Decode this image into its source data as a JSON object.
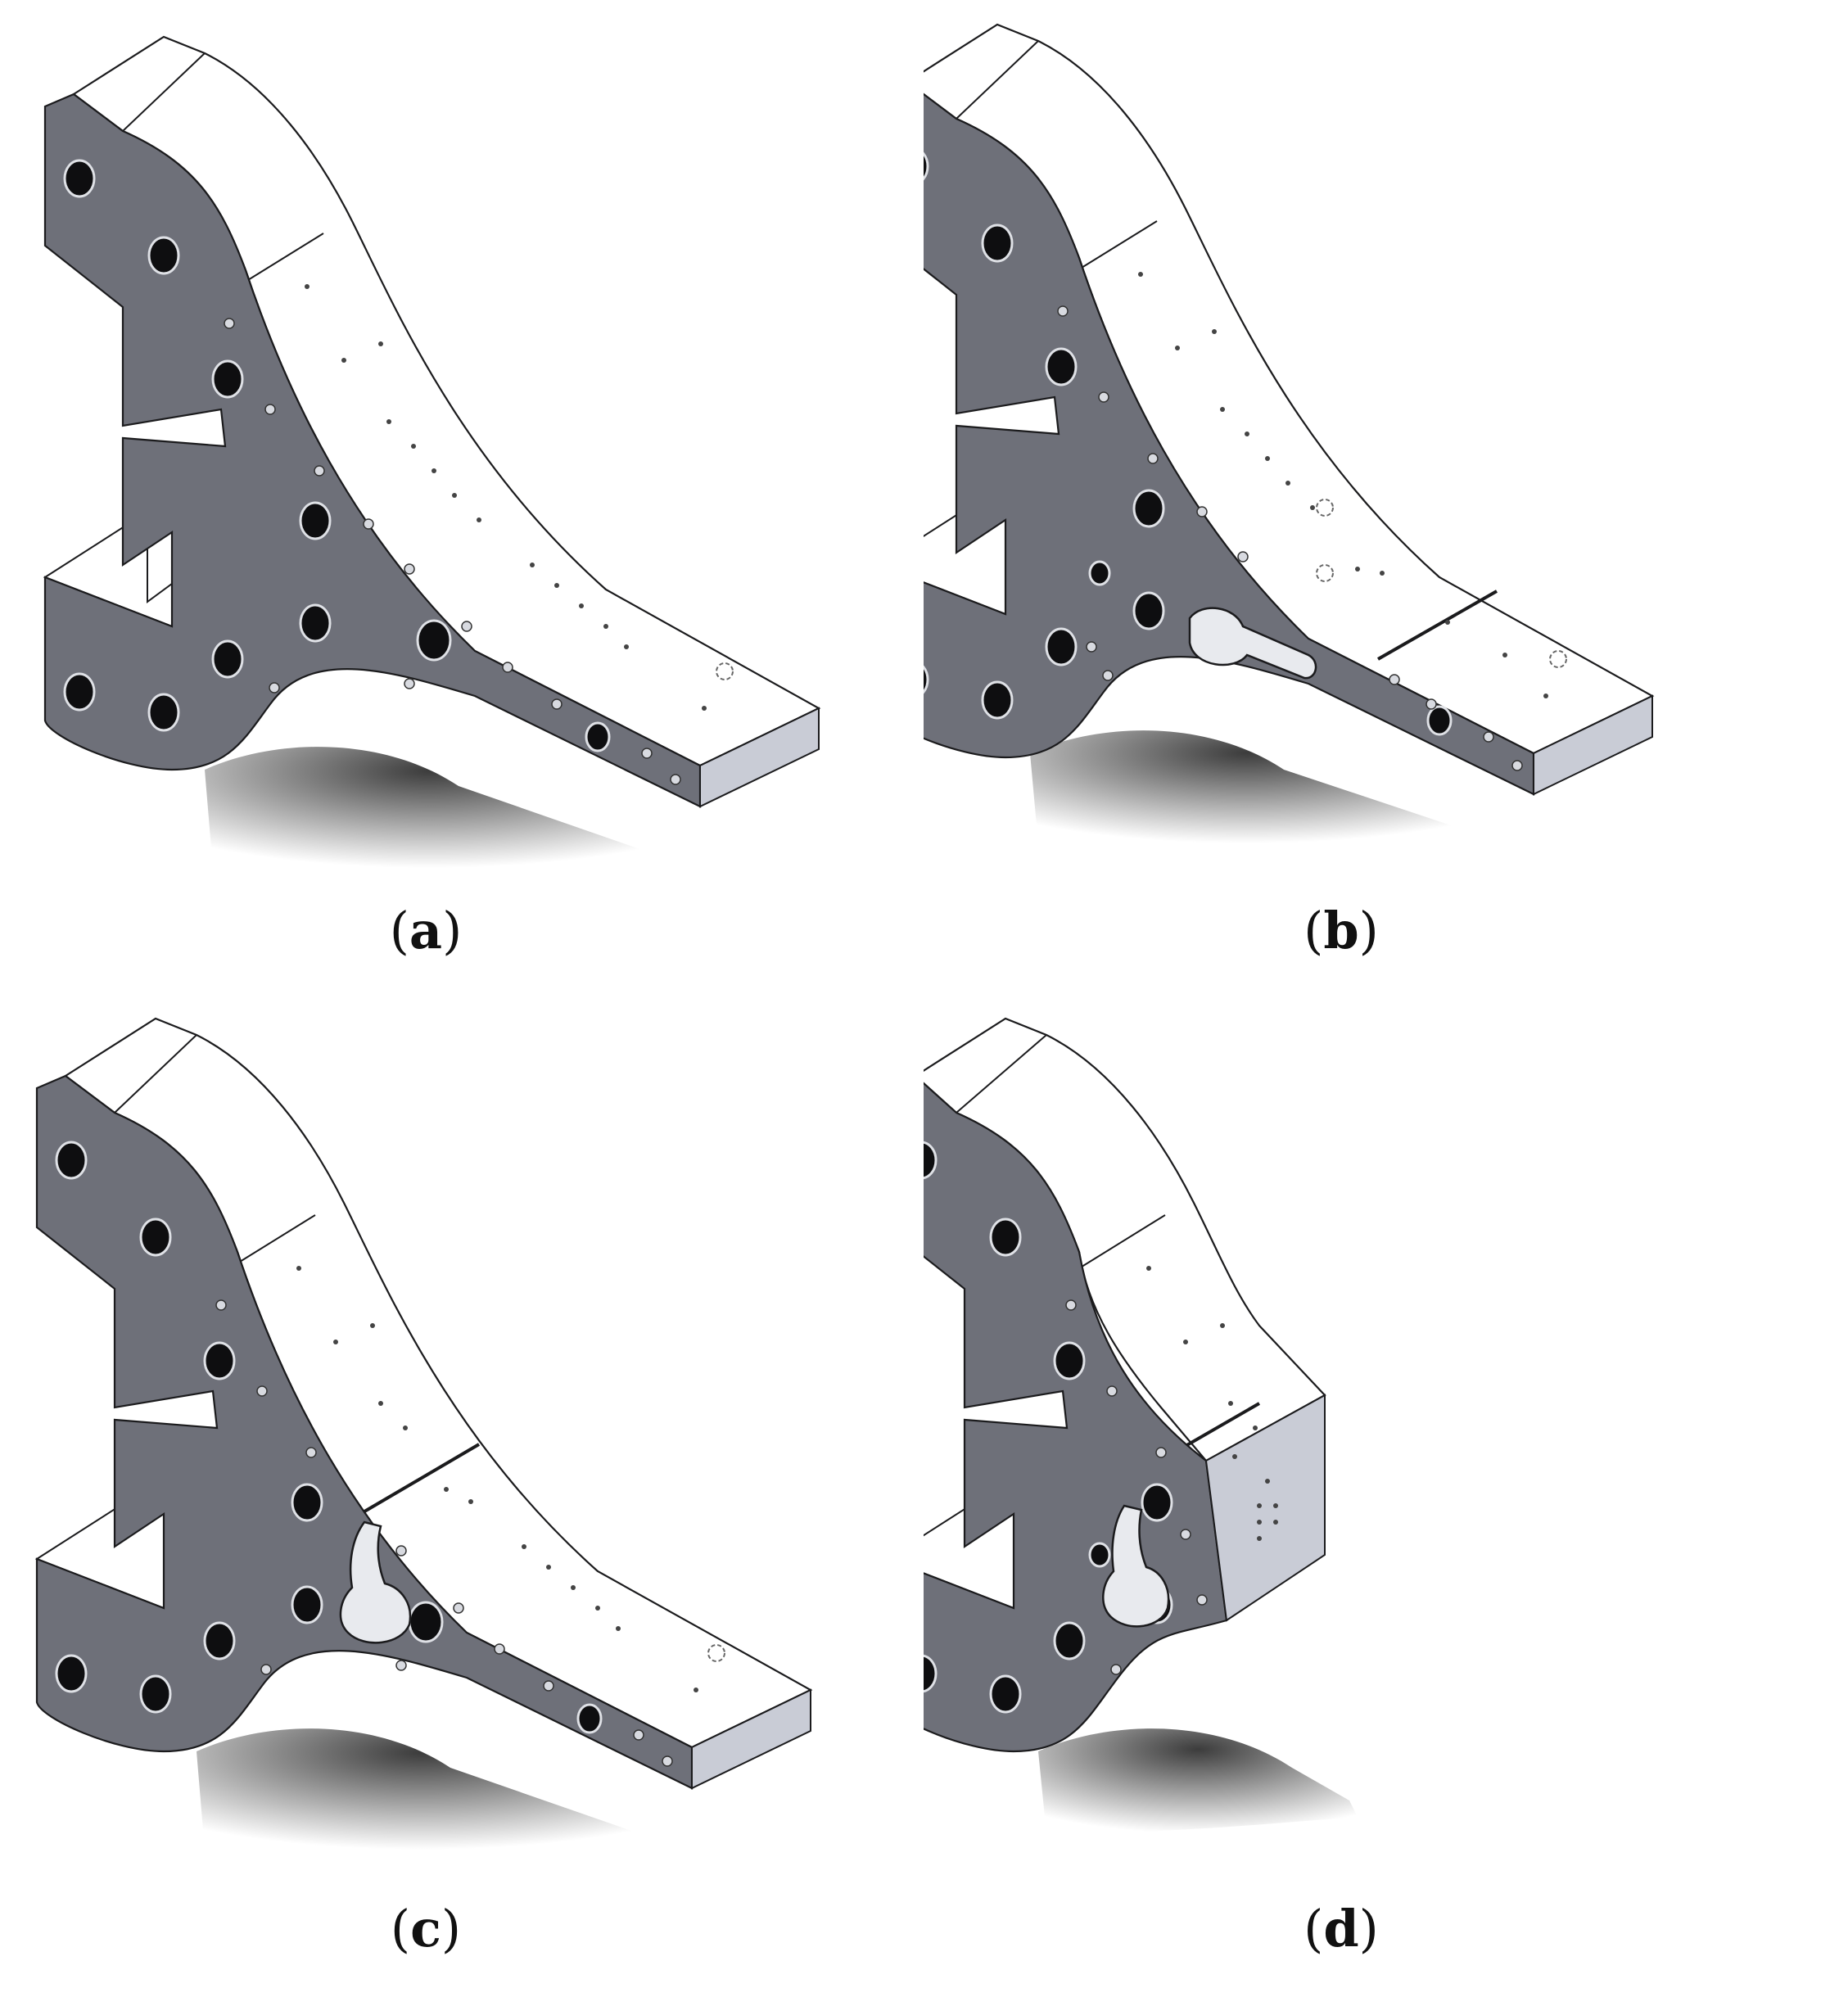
{
  "figure": {
    "panels": [
      {
        "id": "a",
        "paren_open": "(",
        "letter": "a",
        "paren_close": ")",
        "variant": "full-arm-no-cut"
      },
      {
        "id": "b",
        "paren_open": "(",
        "letter": "b",
        "paren_close": ")",
        "variant": "cut-near-tip-with-slot"
      },
      {
        "id": "c",
        "paren_open": "(",
        "letter": "c",
        "paren_close": ")",
        "variant": "cut-mid-arm-with-keyhole"
      },
      {
        "id": "d",
        "paren_open": "(",
        "letter": "d",
        "paren_close": ")",
        "variant": "short-block-arm"
      }
    ]
  },
  "colors": {
    "background": "#ffffff",
    "plate_face": "#6e7079",
    "plate_edge": "#50525a",
    "top_face": "#ffffff",
    "bottom_face": "#c9ccd6",
    "outline": "#1b1b1d",
    "hole": "#0e0e10",
    "shadow": "#000000"
  },
  "icons": {
    "part": "bracket-part-icon"
  }
}
